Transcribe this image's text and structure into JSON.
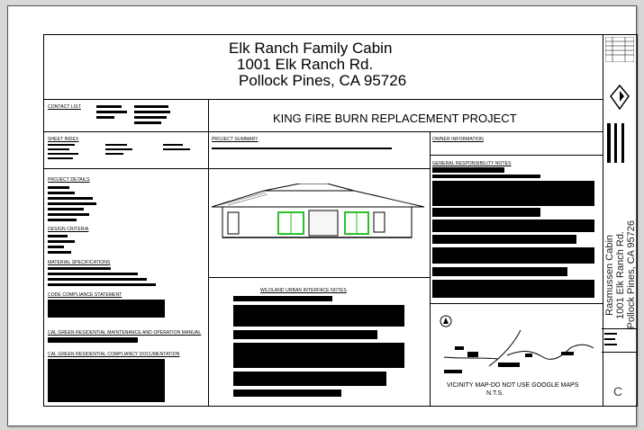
{
  "header": {
    "line1": "Elk Ranch Family Cabin",
    "line2": "1001 Elk Ranch Rd.",
    "line3": "Pollock Pines, CA 95726"
  },
  "project_title": "KING FIRE BURN REPLACEMENT PROJECT",
  "sections": {
    "contact_list": "CONTACT LIST",
    "sheet_index": "SHEET INDEX",
    "project_summary": "PROJECT SUMMARY",
    "owner_information": "OWNER INFORMATION",
    "general_notes": "GENERAL RESPONSIBILITY NOTES",
    "project_details": "PROJECT DETAILS",
    "design_criteria": "DESIGN CRITERIA",
    "material_specifications": "MATERIAL SPECIFICATIONS",
    "code_compliance": "CODE COMPLIANCE STATEMENT",
    "cal_green_maintenance": "CAL GREEN RESIDENTIAL MAINTENANCE AND OPERATION MANUAL",
    "cal_green_compliancy": "CAL GREEN RESIDENTIAL COMPLIANCY DOCUMENTATION",
    "wildland_notes": "WILDLAND URBAN INTERFACE NOTES"
  },
  "vicinity": {
    "caption": "VICINITY MAP-DO NOT USE GOOGLE MAPS",
    "scale": "N.T.S."
  },
  "title_block": {
    "side_line1": "Rasmussen Cabin",
    "side_line2": "1001 Elk Ranch Rd.",
    "side_line3": "Pollock Pines, CA 95726",
    "sheet_label": "C"
  }
}
